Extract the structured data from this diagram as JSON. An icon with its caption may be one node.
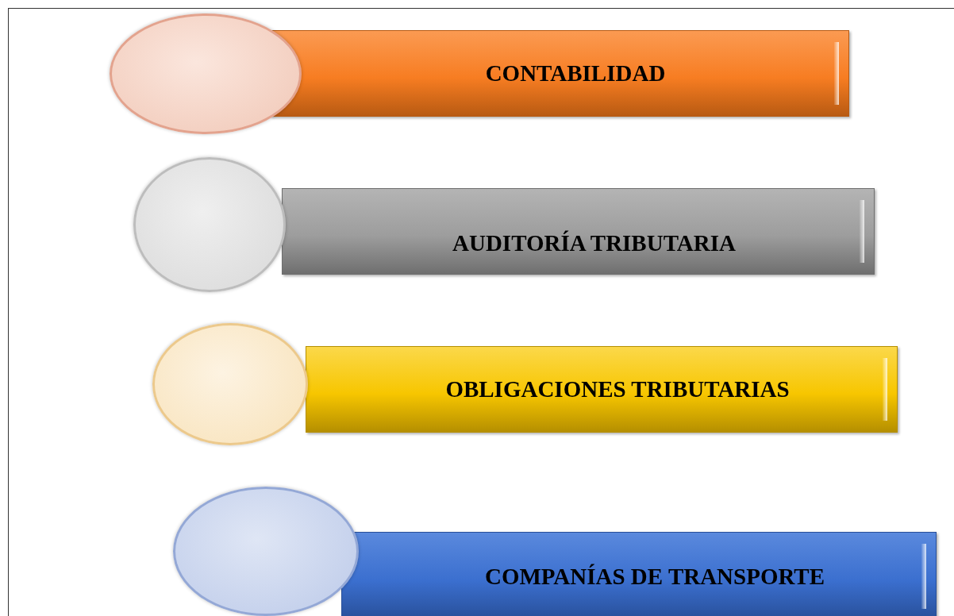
{
  "diagram": {
    "nodes": [
      {
        "text": [],
        "shape": "circle"
      },
      {
        "text": [
          "CONTABILIDAD"
        ]
      },
      {
        "text": [],
        "shape": "circle"
      },
      {
        "text": [
          "AUDITORÍA TRIBUTARIA"
        ]
      },
      {
        "text": [],
        "shape": "circle"
      },
      {
        "text": [
          "OBLIGACIONES TRIBUTARIAS"
        ]
      },
      {
        "text": [],
        "shape": "circle"
      },
      {
        "text": [
          "COMPANÍAS DE TRANSPORTE"
        ]
      }
    ]
  }
}
